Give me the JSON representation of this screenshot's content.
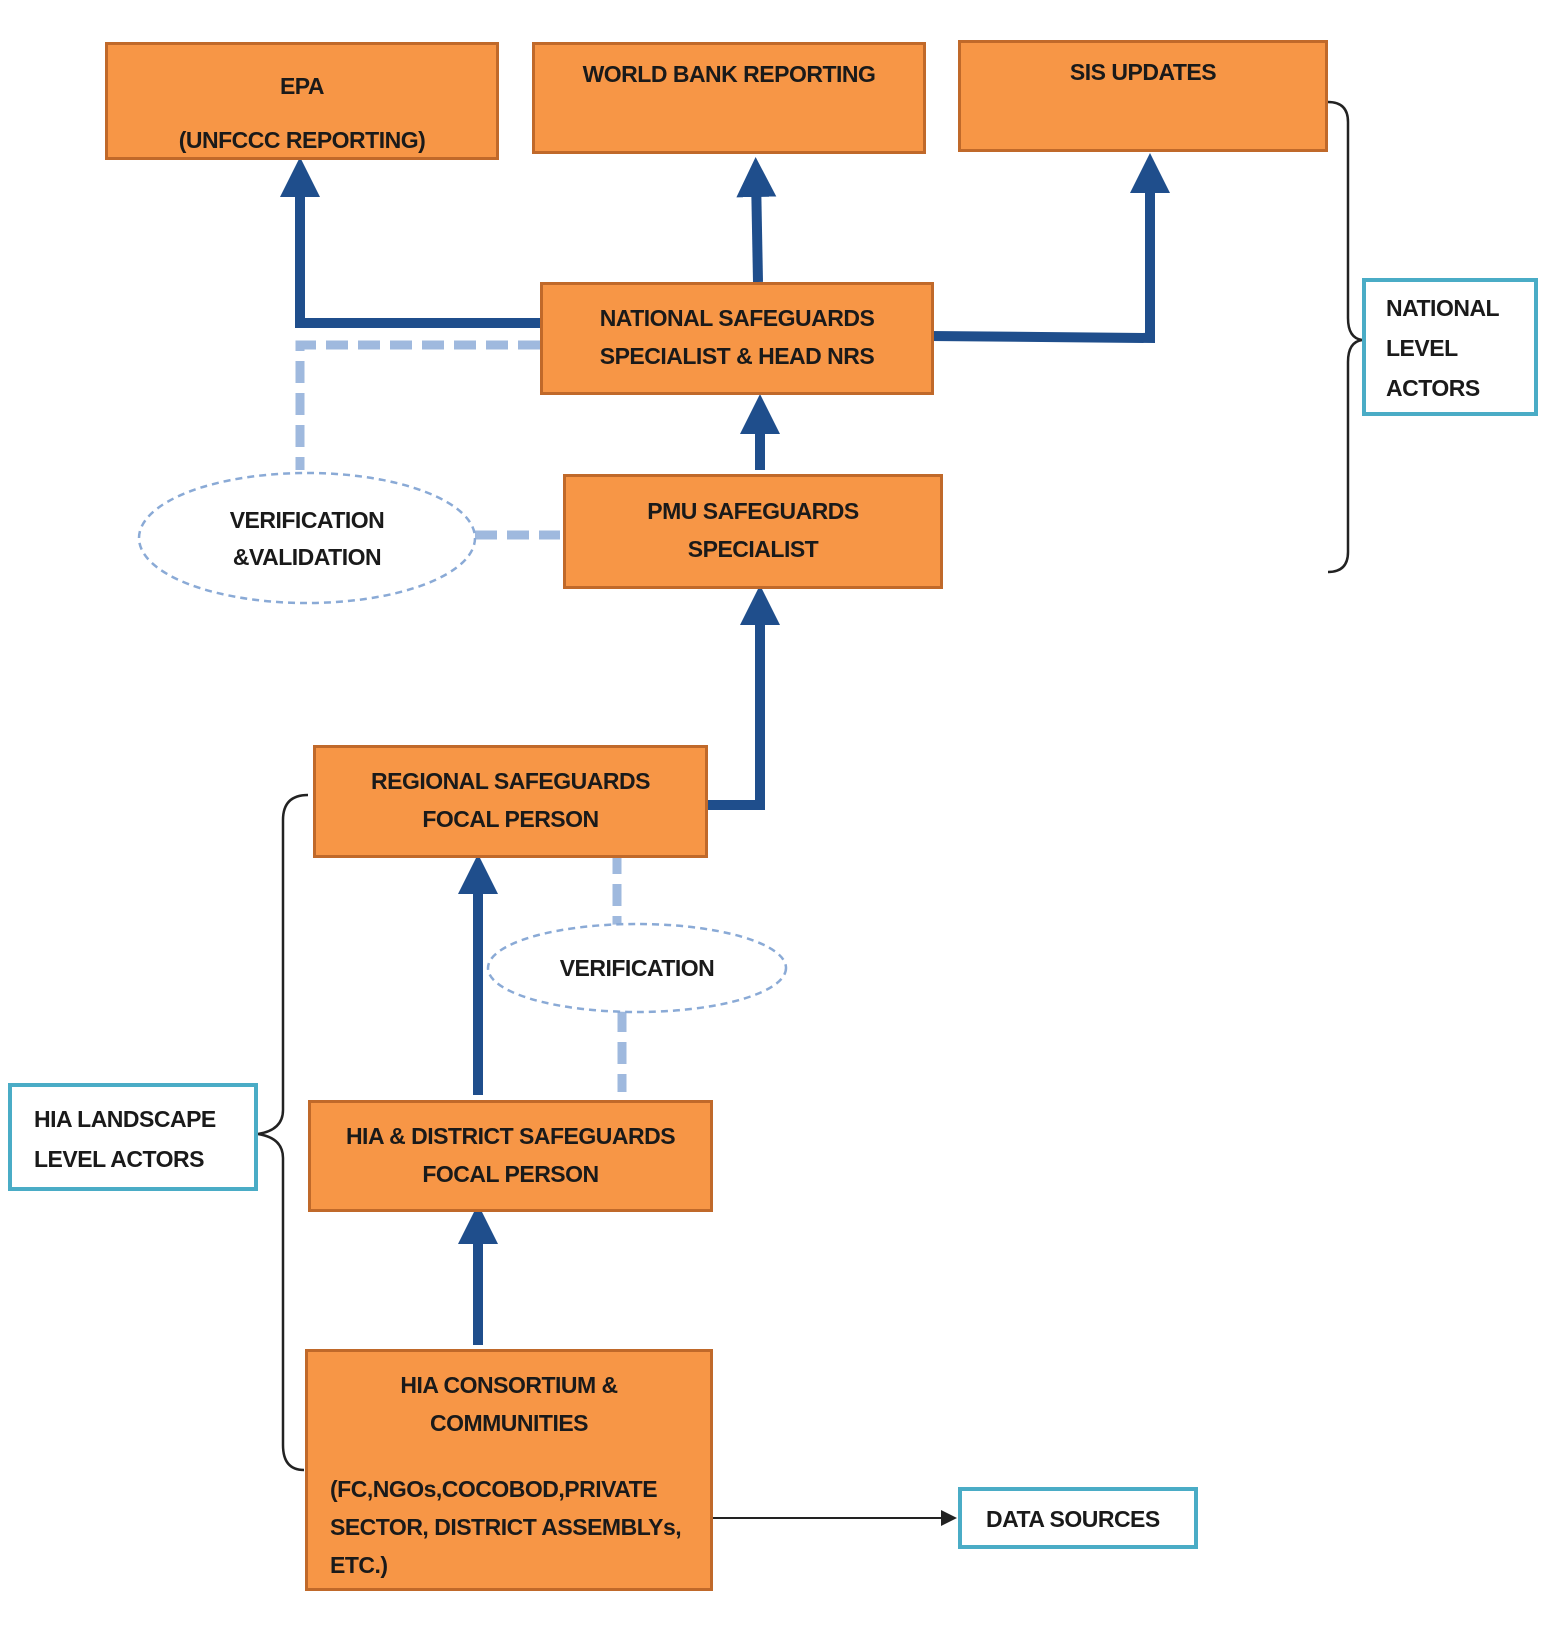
{
  "boxes": {
    "epa": {
      "lines": [
        "EPA",
        "(UNFCCC REPORTING)"
      ]
    },
    "world_bank": {
      "lines": [
        "WORLD BANK REPORTING"
      ]
    },
    "sis": {
      "lines": [
        "SIS UPDATES"
      ]
    },
    "national": {
      "lines": [
        "NATIONAL SAFEGUARDS",
        "SPECIALIST & HEAD NRS"
      ]
    },
    "pmu": {
      "lines": [
        "PMU SAFEGUARDS",
        "SPECIALIST"
      ]
    },
    "regional": {
      "lines": [
        "REGIONAL SAFEGUARDS",
        "FOCAL PERSON"
      ]
    },
    "hia_district": {
      "lines": [
        "HIA & DISTRICT SAFEGUARDS",
        "FOCAL PERSON"
      ]
    },
    "consortium": {
      "lines": [
        "HIA CONSORTIUM &",
        "COMMUNITIES",
        "(FC,NGOs,COCOBOD,PRIVATE",
        "SECTOR, DISTRICT ASSEMBLYs,",
        "ETC.)"
      ]
    }
  },
  "ovals": {
    "verification_validation": {
      "lines": [
        "VERIFICATION",
        "&VALIDATION"
      ]
    },
    "verification": {
      "lines": [
        "VERIFICATION"
      ]
    }
  },
  "callouts": {
    "national_level": {
      "lines": [
        "NATIONAL",
        "LEVEL",
        "ACTORS"
      ]
    },
    "hia_landscape": {
      "lines": [
        "HIA LANDSCAPE",
        "LEVEL ACTORS"
      ]
    },
    "data_sources": {
      "lines": [
        "DATA SOURCES"
      ]
    }
  },
  "colors": {
    "box_fill": "#f79646",
    "box_border": "#c0692a",
    "arrow": "#1f4e8c",
    "dashed": "#9fb9de",
    "callout_border": "#4aacc6"
  }
}
